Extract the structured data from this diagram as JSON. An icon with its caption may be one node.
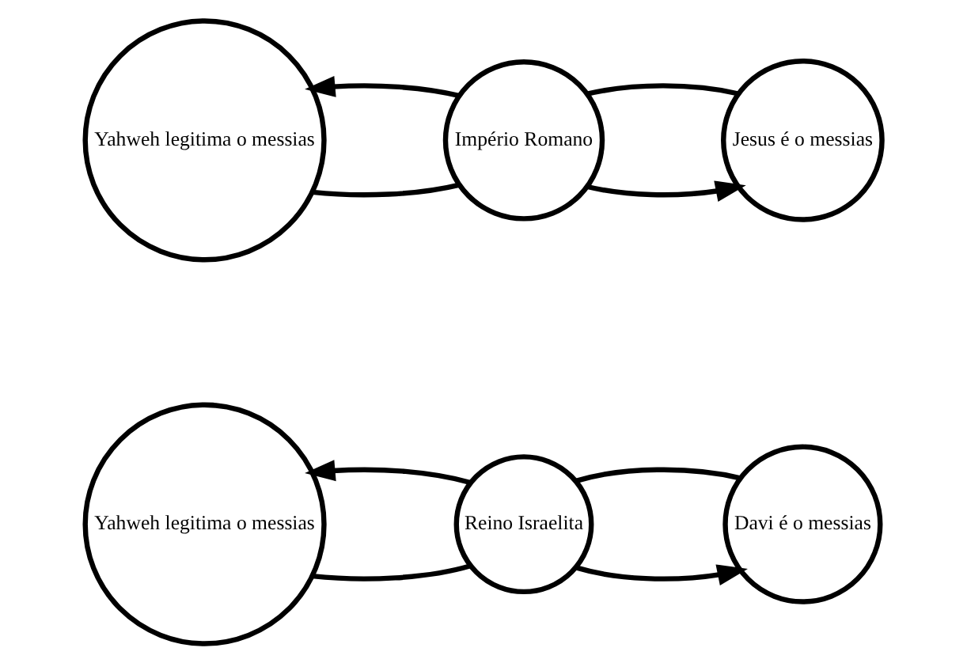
{
  "diagram": {
    "nodes": [
      {
        "text": [
          "Yahweh legitima o messias"
        ]
      },
      {
        "text": [
          "Reino Israelita"
        ]
      },
      {
        "text": [
          "Davi é o messias"
        ]
      },
      {
        "text": [
          "Yahweh legitima o messias"
        ]
      },
      {
        "text": [
          "Império Romano"
        ]
      },
      {
        "text": [
          "Jesus é o messias"
        ]
      }
    ],
    "edges": [
      {
        "from": 0,
        "to": 1,
        "arrow": "none"
      },
      {
        "from": 1,
        "to": 2,
        "arrow": "to"
      },
      {
        "from": 2,
        "to": 1,
        "arrow": "none"
      },
      {
        "from": 1,
        "to": 0,
        "arrow": "to"
      },
      {
        "from": 3,
        "to": 4,
        "arrow": "none"
      },
      {
        "from": 4,
        "to": 5,
        "arrow": "to"
      },
      {
        "from": 5,
        "to": 4,
        "arrow": "none"
      },
      {
        "from": 4,
        "to": 3,
        "arrow": "to"
      }
    ]
  }
}
